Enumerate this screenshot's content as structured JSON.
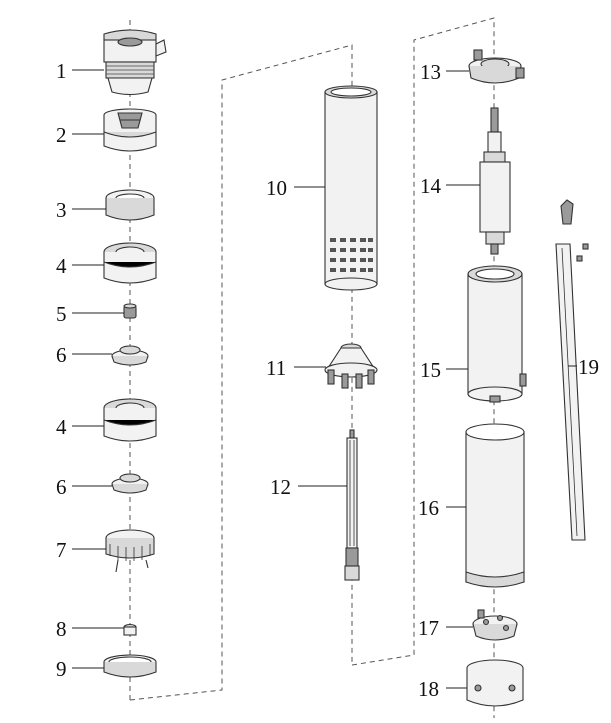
{
  "diagram": {
    "callouts": [
      {
        "id": "p1",
        "label": "1"
      },
      {
        "id": "p2",
        "label": "2"
      },
      {
        "id": "p3",
        "label": "3"
      },
      {
        "id": "p4a",
        "label": "4"
      },
      {
        "id": "p5",
        "label": "5"
      },
      {
        "id": "p6a",
        "label": "6"
      },
      {
        "id": "p4b",
        "label": "4"
      },
      {
        "id": "p6b",
        "label": "6"
      },
      {
        "id": "p7",
        "label": "7"
      },
      {
        "id": "p8",
        "label": "8"
      },
      {
        "id": "p9",
        "label": "9"
      },
      {
        "id": "p10",
        "label": "10"
      },
      {
        "id": "p11",
        "label": "11"
      },
      {
        "id": "p12",
        "label": "12"
      },
      {
        "id": "p13",
        "label": "13"
      },
      {
        "id": "p14",
        "label": "14"
      },
      {
        "id": "p15",
        "label": "15"
      },
      {
        "id": "p16",
        "label": "16"
      },
      {
        "id": "p17",
        "label": "17"
      },
      {
        "id": "p18",
        "label": "18"
      },
      {
        "id": "p19",
        "label": "19"
      }
    ]
  }
}
